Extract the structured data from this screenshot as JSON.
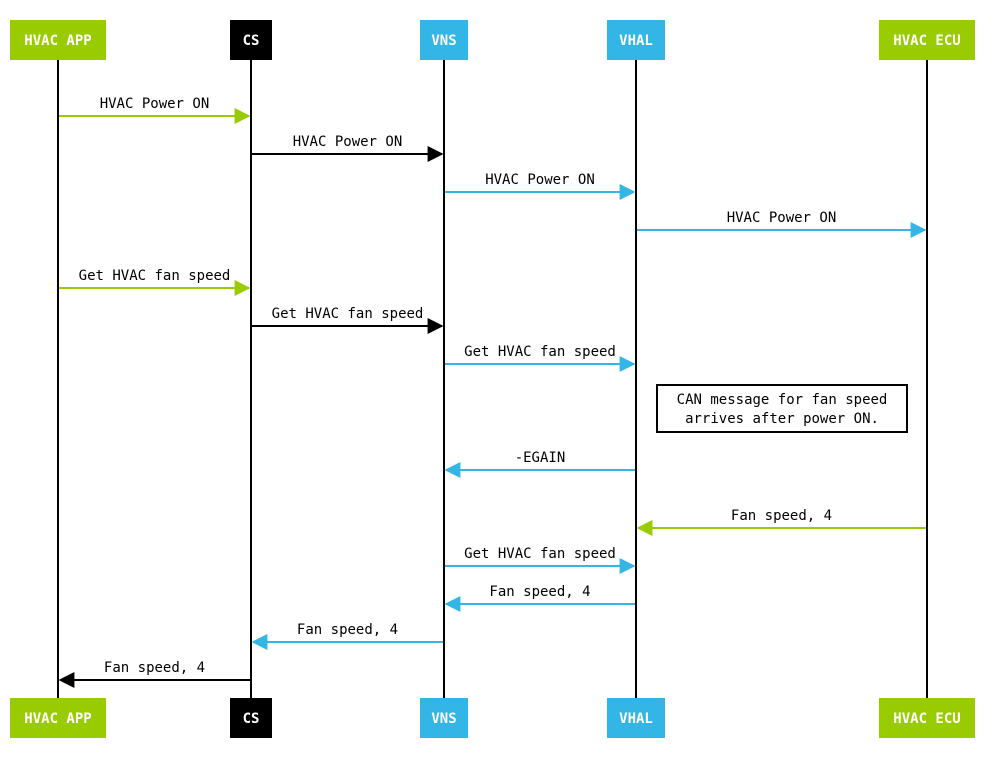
{
  "diagram": {
    "type": "sequence",
    "colors": {
      "app": "#99cc00",
      "cs": "#000000",
      "vns": "#33b5e5",
      "vhal": "#33b5e5",
      "ecu": "#99cc00"
    },
    "actors": [
      {
        "id": "app",
        "label": "HVAC APP",
        "color": "#99cc00"
      },
      {
        "id": "cs",
        "label": "CS",
        "color": "#000000"
      },
      {
        "id": "vns",
        "label": "VNS",
        "color": "#33b5e5"
      },
      {
        "id": "vhal",
        "label": "VHAL",
        "color": "#33b5e5"
      },
      {
        "id": "ecu",
        "label": "HVAC ECU",
        "color": "#99cc00"
      }
    ],
    "messages": [
      {
        "from": "app",
        "to": "cs",
        "label": "HVAC Power ON",
        "color": "#99cc00"
      },
      {
        "from": "cs",
        "to": "vns",
        "label": "HVAC Power ON",
        "color": "#000000"
      },
      {
        "from": "vns",
        "to": "vhal",
        "label": "HVAC Power ON",
        "color": "#33b5e5"
      },
      {
        "from": "vhal",
        "to": "ecu",
        "label": "HVAC Power ON",
        "color": "#33b5e5"
      },
      {
        "from": "app",
        "to": "cs",
        "label": "Get HVAC fan speed",
        "color": "#99cc00"
      },
      {
        "from": "cs",
        "to": "vns",
        "label": "Get HVAC fan speed",
        "color": "#000000"
      },
      {
        "from": "vns",
        "to": "vhal",
        "label": "Get HVAC fan speed",
        "color": "#33b5e5"
      },
      {
        "from": "vhal",
        "to": "vns",
        "label": "-EGAIN",
        "color": "#33b5e5"
      },
      {
        "from": "ecu",
        "to": "vhal",
        "label": "Fan speed, 4",
        "color": "#99cc00"
      },
      {
        "from": "vns",
        "to": "vhal",
        "label": "Get HVAC fan speed",
        "color": "#33b5e5"
      },
      {
        "from": "vhal",
        "to": "vns",
        "label": "Fan speed, 4",
        "color": "#33b5e5"
      },
      {
        "from": "vns",
        "to": "cs",
        "label": "Fan speed, 4",
        "color": "#33b5e5"
      },
      {
        "from": "cs",
        "to": "app",
        "label": "Fan speed, 4",
        "color": "#000000"
      }
    ],
    "note": {
      "lines": [
        "CAN message for fan speed",
        "arrives after power ON."
      ]
    }
  }
}
